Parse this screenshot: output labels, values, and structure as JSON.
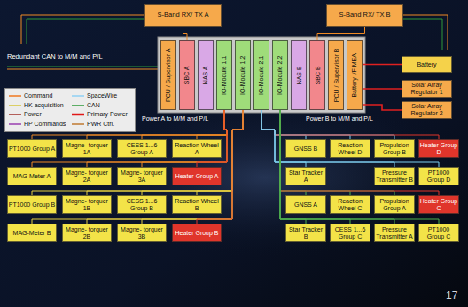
{
  "diagram": {
    "nodes": [
      {
        "text": [
          "S-Band RX/ TX A"
        ]
      },
      {
        "text": [
          "S-Band RX/ TX B"
        ]
      },
      {
        "text": [
          "PCU / Supervisor A"
        ]
      },
      {
        "text": [
          "SBC A"
        ]
      },
      {
        "text": [
          "NAS A"
        ]
      },
      {
        "text": [
          "IO-Module 1.1"
        ]
      },
      {
        "text": [
          "IO-Module 1.2"
        ]
      },
      {
        "text": [
          "IO-Module 2.1"
        ]
      },
      {
        "text": [
          "IO-Module 2.2"
        ]
      },
      {
        "text": [
          "NAS B"
        ]
      },
      {
        "text": [
          "SBC B"
        ]
      },
      {
        "text": [
          "PCU / Supervisor B"
        ]
      },
      {
        "text": [
          "Battery I/F MEA"
        ]
      },
      {
        "text": [
          "Battery"
        ]
      },
      {
        "text": [
          "Solar Array Regulator 1"
        ]
      },
      {
        "text": [
          "Solar Array Regulator 2"
        ]
      },
      {
        "text": [
          "PT1000 Group A"
        ]
      },
      {
        "text": [
          "Magne- torquer 1A"
        ]
      },
      {
        "text": [
          "CESS 1...6 Group A"
        ]
      },
      {
        "text": [
          "Reaction Wheel A"
        ]
      },
      {
        "text": [
          "GNSS B"
        ]
      },
      {
        "text": [
          "Reaction Wheel D"
        ]
      },
      {
        "text": [
          "Propulsion Group B"
        ]
      },
      {
        "text": [
          "Heater Group D"
        ]
      },
      {
        "text": [
          "MAG-Meter A"
        ]
      },
      {
        "text": [
          "Magne- torquer 2A"
        ]
      },
      {
        "text": [
          "Magne- torquer 3A"
        ]
      },
      {
        "text": [
          "Heater Group A"
        ]
      },
      {
        "text": [
          "Star Tracker A"
        ]
      },
      {
        "text": [
          "Pressure Transmitter B"
        ]
      },
      {
        "text": [
          "PT1000 Group D"
        ]
      },
      {
        "text": [
          "PT1000 Group B"
        ]
      },
      {
        "text": [
          "Magne- torquer 1B"
        ]
      },
      {
        "text": [
          "CESS 1...6 Group B"
        ]
      },
      {
        "text": [
          "Reaction Wheel B"
        ]
      },
      {
        "text": [
          "GNSS A"
        ]
      },
      {
        "text": [
          "Reaction Wheel C"
        ]
      },
      {
        "text": [
          "Propulsion Group A"
        ]
      },
      {
        "text": [
          "Heater Group C"
        ]
      },
      {
        "text": [
          "MAG-Meter B"
        ]
      },
      {
        "text": [
          "Magne- torquer 2B"
        ]
      },
      {
        "text": [
          "Magne- torquer 3B"
        ]
      },
      {
        "text": [
          "Heater Group B"
        ]
      },
      {
        "text": [
          "Star Tracker B"
        ]
      },
      {
        "text": [
          "CESS 1...6 Group C"
        ]
      },
      {
        "text": [
          "Pressure Transmitter A"
        ]
      },
      {
        "text": [
          "PT1000 Group C"
        ]
      }
    ],
    "edges": [
      {
        "from": 0,
        "to": 3,
        "arrow": "none"
      },
      {
        "from": 1,
        "to": 10,
        "arrow": "none"
      },
      {
        "from": 13,
        "to": 12,
        "arrow": "none"
      },
      {
        "from": 14,
        "to": 12,
        "arrow": "none"
      },
      {
        "from": 15,
        "to": 12,
        "arrow": "none"
      },
      {
        "from": 5,
        "to": 16,
        "arrow": "none"
      },
      {
        "from": 5,
        "to": 17,
        "arrow": "none"
      },
      {
        "from": 5,
        "to": 18,
        "arrow": "none"
      },
      {
        "from": 5,
        "to": 19,
        "arrow": "none"
      },
      {
        "from": 5,
        "to": 24,
        "arrow": "none"
      },
      {
        "from": 5,
        "to": 25,
        "arrow": "none"
      },
      {
        "from": 5,
        "to": 26,
        "arrow": "none"
      },
      {
        "from": 5,
        "to": 27,
        "arrow": "none"
      },
      {
        "from": 6,
        "to": 31,
        "arrow": "none"
      },
      {
        "from": 6,
        "to": 32,
        "arrow": "none"
      },
      {
        "from": 6,
        "to": 33,
        "arrow": "none"
      },
      {
        "from": 6,
        "to": 34,
        "arrow": "none"
      },
      {
        "from": 6,
        "to": 39,
        "arrow": "none"
      },
      {
        "from": 6,
        "to": 40,
        "arrow": "none"
      },
      {
        "from": 6,
        "to": 41,
        "arrow": "none"
      },
      {
        "from": 6,
        "to": 42,
        "arrow": "none"
      },
      {
        "from": 7,
        "to": 20,
        "arrow": "none"
      },
      {
        "from": 7,
        "to": 21,
        "arrow": "none"
      },
      {
        "from": 7,
        "to": 22,
        "arrow": "none"
      },
      {
        "from": 7,
        "to": 23,
        "arrow": "none"
      },
      {
        "from": 7,
        "to": 28,
        "arrow": "none"
      },
      {
        "from": 7,
        "to": 29,
        "arrow": "none"
      },
      {
        "from": 7,
        "to": 30,
        "arrow": "none"
      },
      {
        "from": 8,
        "to": 35,
        "arrow": "none"
      },
      {
        "from": 8,
        "to": 36,
        "arrow": "none"
      },
      {
        "from": 8,
        "to": 37,
        "arrow": "none"
      },
      {
        "from": 8,
        "to": 38,
        "arrow": "none"
      },
      {
        "from": 8,
        "to": 43,
        "arrow": "none"
      },
      {
        "from": 8,
        "to": 44,
        "arrow": "none"
      },
      {
        "from": 8,
        "to": 45,
        "arrow": "none"
      },
      {
        "from": 8,
        "to": 46,
        "arrow": "none"
      }
    ],
    "labels": [
      "Redundant CAN to M/M and P/L",
      "Power A to M/M and P/L",
      "Power B to M/M and P/L",
      "17"
    ],
    "legend": [
      {
        "text": "Command"
      },
      {
        "text": "SpaceWire"
      },
      {
        "text": "HK acquisition"
      },
      {
        "text": "CAN"
      },
      {
        "text": "Power"
      },
      {
        "text": "Primary Power"
      },
      {
        "text": "HP Commands"
      },
      {
        "text": "PWR Ctrl."
      }
    ]
  }
}
